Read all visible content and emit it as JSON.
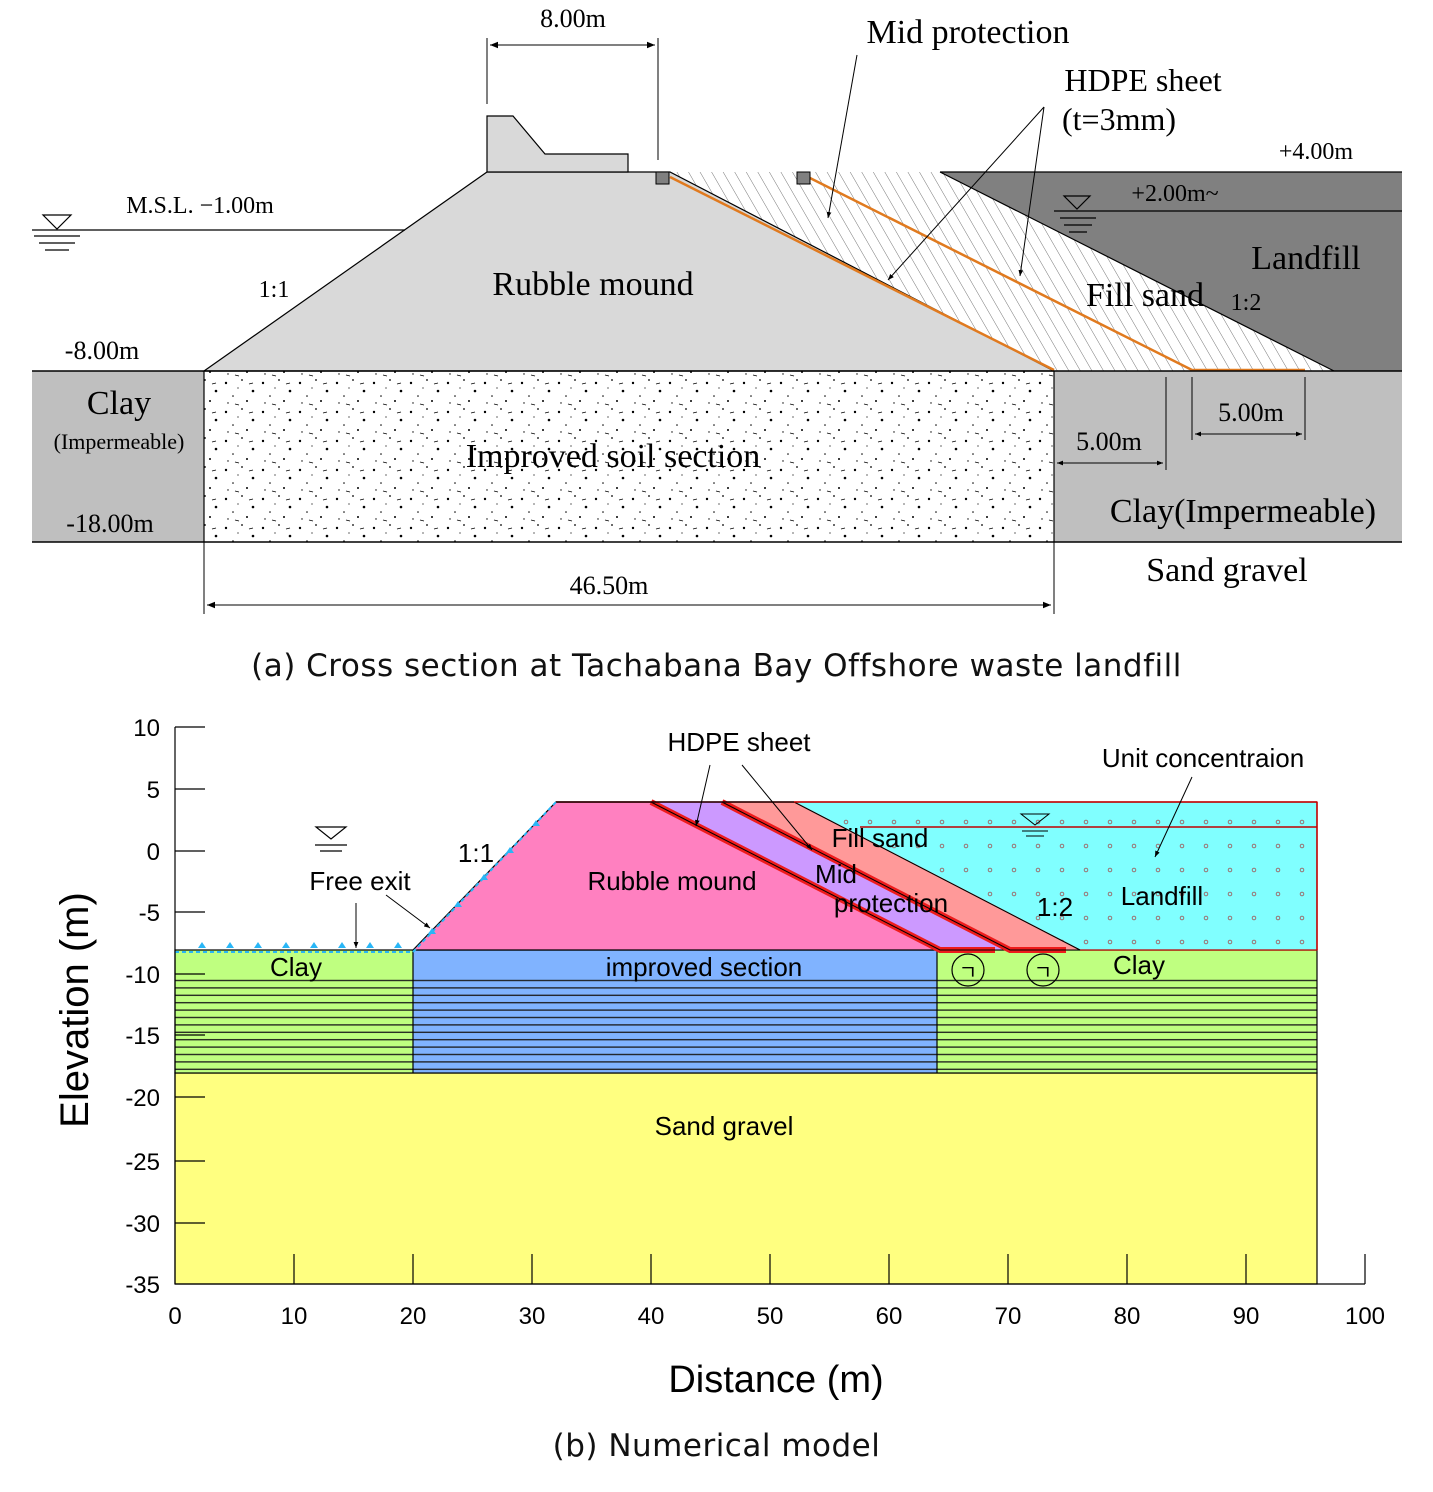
{
  "panel_a": {
    "caption": "(a) Cross section at Tachabana Bay Offshore waste landfill",
    "dim_crest": "8.00m",
    "label_mid_protection": "Mid protection",
    "label_hdpe": "HDPE sheet",
    "label_hdpe_t": "(t=3mm)",
    "level_plus4": "+4.00m",
    "level_plus2": "+2.00m~",
    "level_msl": "M.S.L. −1.00m",
    "level_minus8": "-8.00m",
    "level_minus18": "-18.00m",
    "slope_left": "1:1",
    "slope_right": "1:2",
    "label_rubble": "Rubble mound",
    "label_fill_sand": "Fill sand",
    "label_landfill": "Landfill",
    "label_clay_left": "Clay",
    "label_clay_left_sub": "(Impermeable)",
    "label_improved": "Improved soil section",
    "label_clay_right": "Clay(Impermeable)",
    "label_sand_gravel": "Sand gravel",
    "dim_width": "46.50m",
    "dim_5a": "5.00m",
    "dim_5b": "5.00m",
    "colors": {
      "rubble": "#d9d9d9",
      "clay": "#bfbfbf",
      "landfill": "#808080",
      "hdpe": "#e07a1f"
    }
  },
  "panel_b": {
    "caption": "(b) Numerical model",
    "xlabel": "Distance (m)",
    "ylabel": "Elevation (m)",
    "xticks": [
      "0",
      "10",
      "20",
      "30",
      "40",
      "50",
      "60",
      "70",
      "80",
      "90",
      "100"
    ],
    "yticks": [
      "10",
      "5",
      "0",
      "-5",
      "-10",
      "-15",
      "-20",
      "-25",
      "-30",
      "-35"
    ],
    "xlim": [
      0,
      100
    ],
    "ylim": [
      -35,
      10
    ],
    "label_hdpe": "HDPE sheet",
    "label_unit_conc": "Unit concentraion",
    "label_fill_sand": "Fill sand",
    "label_mid": "Mid",
    "label_protection": "protection",
    "label_free_exit": "Free exit",
    "slope_left": "1:1",
    "slope_right": "1:2",
    "label_rubble": "Rubble mound",
    "label_landfill": "Landfill",
    "label_clay_left": "Clay",
    "label_clay_right": "Clay",
    "label_improved": "improved section",
    "label_sand_gravel": "Sand gravel",
    "marker_1": "ㄱ",
    "marker_2": "ㄱ",
    "colors": {
      "rubble": "#ff80c0",
      "mid": "#cc99ff",
      "fill": "#ff9999",
      "landfill": "#80ffff",
      "clay": "#bfff80",
      "improved": "#80b3ff",
      "sand": "#ffff80",
      "hdpe": "#ee1c1c"
    }
  }
}
